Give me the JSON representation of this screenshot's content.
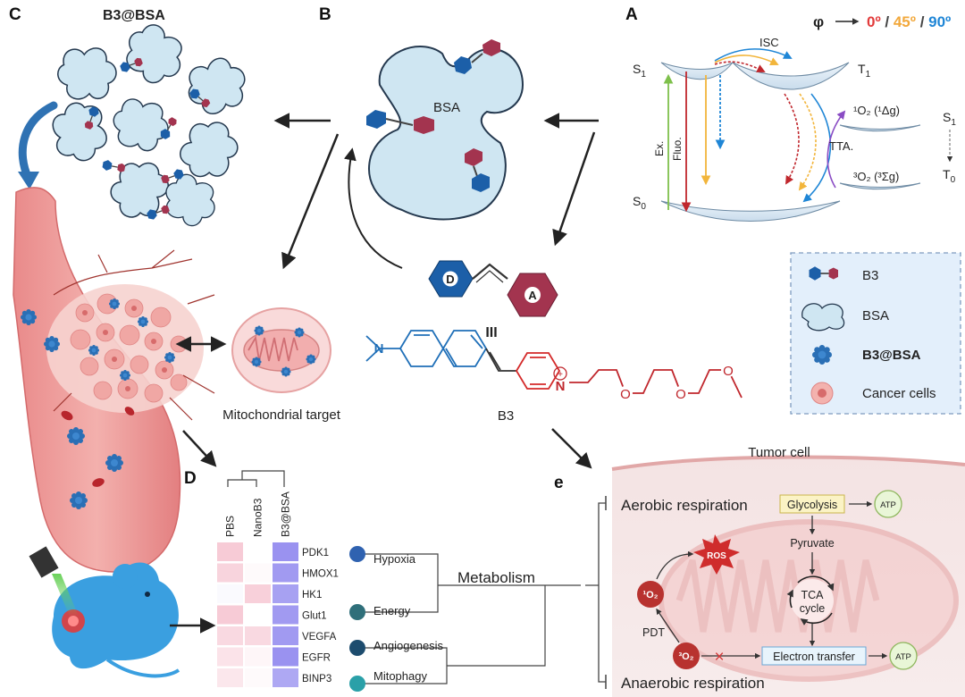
{
  "panels": {
    "A": "A",
    "B": "B",
    "C": "C",
    "D": "D",
    "E": "e"
  },
  "jablonski": {
    "phi": "φ",
    "angles": [
      "0º",
      "45º",
      "90º"
    ],
    "angle_colors": [
      "#e23b3b",
      "#f2a83b",
      "#1f86d6"
    ],
    "s1": "S",
    "s1_sub": "1",
    "t1": "T",
    "t1_sub": "1",
    "s0": "S",
    "s0_sub": "0",
    "isc": "ISC",
    "ex": "Ex.",
    "fluo": "Fluo.",
    "tta": "TTA.",
    "o2_singlet": "¹O₂ (¹Δg)",
    "o2_triplet": "³O₂ (³Σg)",
    "right_s1": "S",
    "right_s1_sub": "1",
    "right_t0": "T",
    "right_t0_sub": "0"
  },
  "panel_b": {
    "bsa_label": "BSA",
    "donor": "D",
    "acceptor": "A",
    "roman": "III"
  },
  "panel_c": {
    "title": "B3@BSA"
  },
  "mito_label": "Mitochondrial target",
  "molecule": {
    "label": "B3",
    "charge": "+",
    "n": "N"
  },
  "legend": {
    "items": [
      {
        "icon": "b3-molecule-icon",
        "label": "B3"
      },
      {
        "icon": "bsa-protein-icon",
        "label": "BSA"
      },
      {
        "icon": "b3-bsa-nanoparticle-icon",
        "label": "B3@BSA"
      },
      {
        "icon": "cancer-cell-icon",
        "label": "Cancer cells"
      }
    ]
  },
  "heatmap": {
    "columns": [
      "PBS",
      "NanoB3",
      "B3@BSA"
    ],
    "rows": [
      {
        "gene": "PDK1",
        "values": [
          0.55,
          0.0,
          0.75
        ]
      },
      {
        "gene": "HMOX1",
        "values": [
          0.45,
          0.05,
          0.7
        ]
      },
      {
        "gene": "HK1",
        "values": [
          -0.1,
          0.5,
          0.65
        ]
      },
      {
        "gene": "Glut1",
        "values": [
          0.55,
          0.0,
          0.7
        ]
      },
      {
        "gene": "VEGFA",
        "values": [
          0.4,
          0.4,
          0.7
        ]
      },
      {
        "gene": "EGFR",
        "values": [
          0.3,
          0.1,
          0.75
        ]
      },
      {
        "gene": "BINP3",
        "values": [
          0.25,
          0.05,
          0.6
        ]
      }
    ]
  },
  "pathways": {
    "items": [
      {
        "label": "Hypoxia",
        "color": "#2f62b0"
      },
      {
        "label": "Energy",
        "color": "#2f6f7a"
      },
      {
        "label": "Angiogenesis",
        "color": "#1d4c6e"
      },
      {
        "label": "Mitophagy",
        "color": "#1d4c6e"
      }
    ],
    "root": "Metabolism",
    "mitophagy_color": "#2aa0a8"
  },
  "tumor": {
    "title": "Tumor cell",
    "aerobic": "Aerobic respiration",
    "anaerobic": "Anaerobic respiration",
    "glycolysis": "Glycolysis",
    "atp": "ATP",
    "pyruvate": "Pyruvate",
    "tca": "TCA cycle",
    "tca_line1": "TCA",
    "tca_line2": "cycle",
    "ros": "ROS",
    "pdt": "PDT",
    "singlet": "¹O₂",
    "triplet": "³O₂",
    "electron": "Electron transfer",
    "cross": "×"
  }
}
